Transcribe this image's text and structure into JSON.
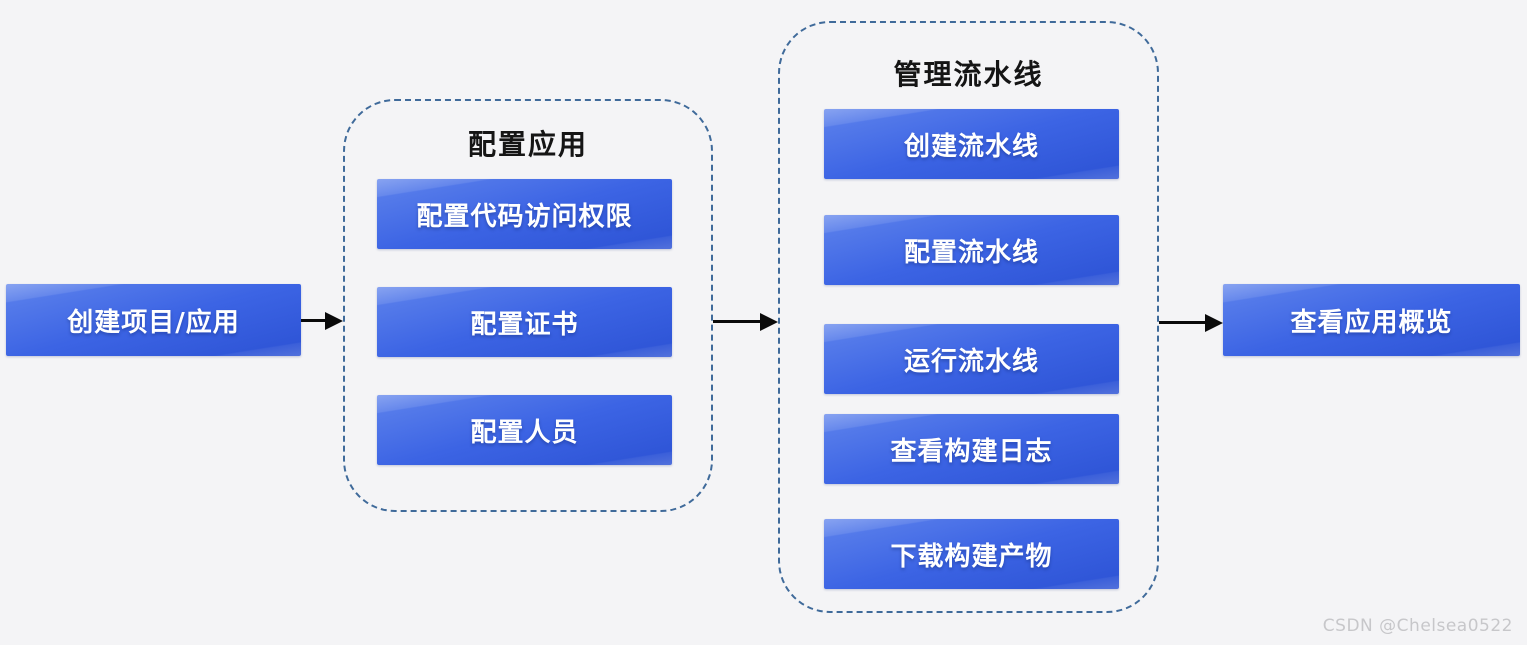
{
  "diagram": {
    "start_node": {
      "label": "创建项目/应用"
    },
    "end_node": {
      "label": "查看应用概览"
    },
    "groups": [
      {
        "title": "配置应用",
        "items": [
          {
            "label": "配置代码访问权限"
          },
          {
            "label": "配置证书"
          },
          {
            "label": "配置人员"
          }
        ]
      },
      {
        "title": "管理流水线",
        "items": [
          {
            "label": "创建流水线"
          },
          {
            "label": "配置流水线"
          },
          {
            "label": "运行流水线"
          },
          {
            "label": "查看构建日志"
          },
          {
            "label": "下载构建产物"
          }
        ]
      }
    ],
    "arrow_icons": [
      "arrow-right",
      "arrow-right",
      "arrow-right"
    ]
  },
  "colors": {
    "background": "#f4f4f6",
    "node_blue_light": "#5e83ec",
    "node_blue": "#3c64e4",
    "node_blue_dark": "#2c52d4",
    "dashed_border": "#3f6a9a",
    "arrow": "#0a0a0a",
    "node_text": "#ffffff",
    "group_title_text": "#151515",
    "watermark_text": "#c7c7ca"
  },
  "watermark": "CSDN @Chelsea0522"
}
